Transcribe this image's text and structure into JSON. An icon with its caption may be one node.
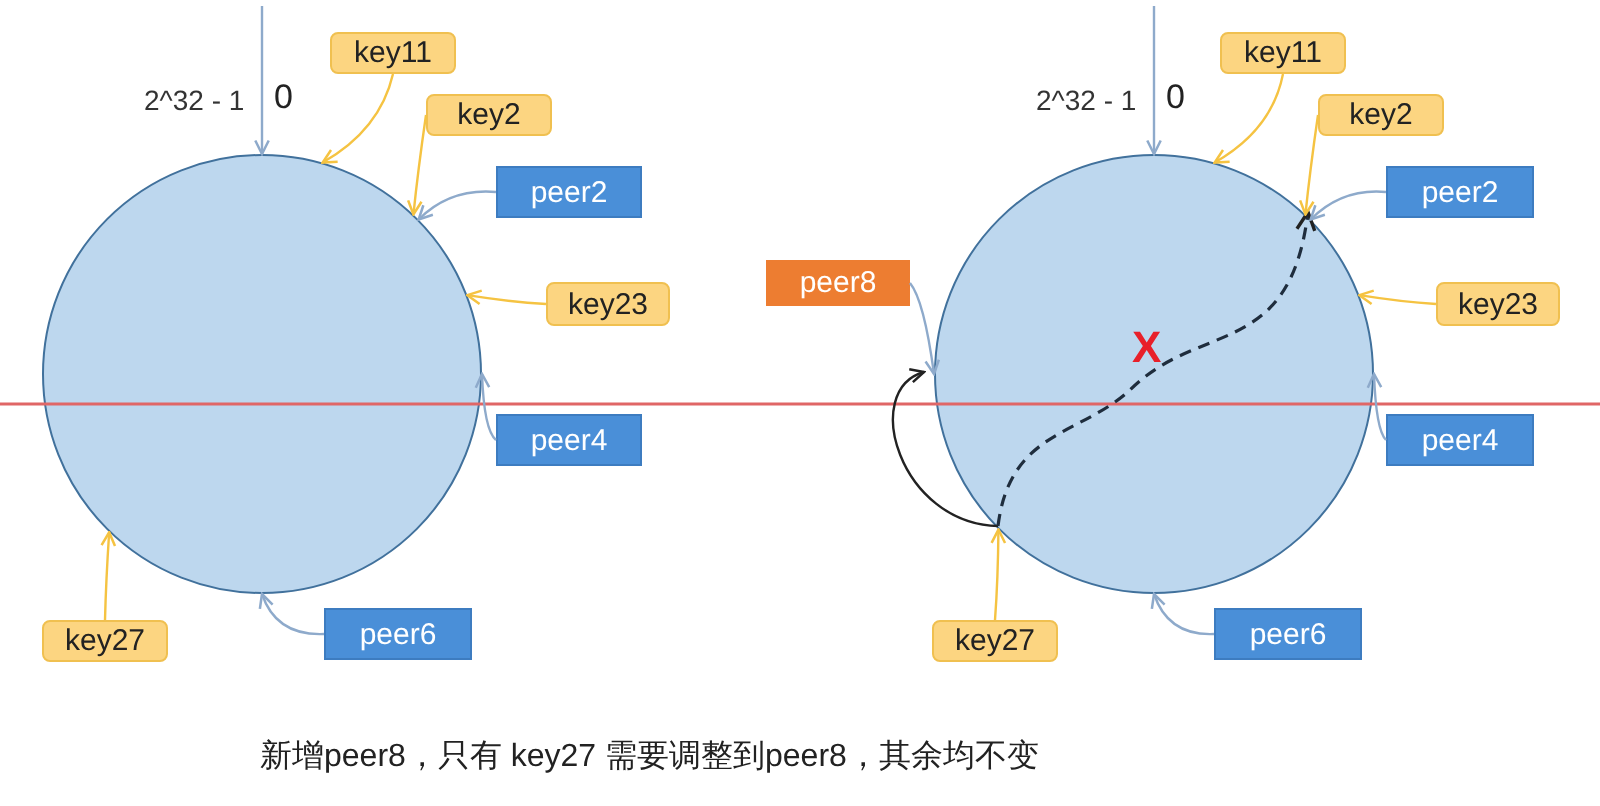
{
  "diagram": {
    "caption": "新增peer8，只有 key27 需要调整到peer8，其余均不变",
    "nodes": [
      {
        "text": [],
        "shape": "circle"
      },
      {
        "text": [
          "key11"
        ]
      },
      {
        "text": [
          "key2"
        ]
      },
      {
        "text": [
          "peer2"
        ]
      },
      {
        "text": [
          "key23"
        ]
      },
      {
        "text": [
          "peer4"
        ]
      },
      {
        "text": [
          "key27"
        ]
      },
      {
        "text": [
          "peer6"
        ]
      },
      {
        "text": [],
        "shape": "circle"
      },
      {
        "text": [
          "key11"
        ]
      },
      {
        "text": [
          "key2"
        ]
      },
      {
        "text": [
          "peer2"
        ]
      },
      {
        "text": [
          "peer8"
        ]
      },
      {
        "text": [
          "key23"
        ]
      },
      {
        "text": [
          "peer4"
        ]
      },
      {
        "text": [
          "key27"
        ]
      },
      {
        "text": [
          "peer6"
        ]
      }
    ],
    "edges": [
      {
        "from": null,
        "to": 0,
        "arrow": "to",
        "color": "#8eaacb"
      },
      {
        "from": 1,
        "to": 0,
        "arrow": "to",
        "color": "#f5c342"
      },
      {
        "from": 2,
        "to": 0,
        "arrow": "to",
        "color": "#f5c342"
      },
      {
        "from": 3,
        "to": 0,
        "arrow": "to",
        "color": "#8eaacb"
      },
      {
        "from": 4,
        "to": 0,
        "arrow": "to",
        "color": "#f5c342"
      },
      {
        "from": 5,
        "to": 0,
        "arrow": "to",
        "color": "#8eaacb"
      },
      {
        "from": 6,
        "to": 0,
        "arrow": "to",
        "color": "#f5c342"
      },
      {
        "from": 7,
        "to": 0,
        "arrow": "to",
        "color": "#8eaacb"
      },
      {
        "from": null,
        "to": 8,
        "arrow": "to",
        "color": "#8eaacb"
      },
      {
        "from": 9,
        "to": 8,
        "arrow": "to",
        "color": "#f5c342"
      },
      {
        "from": 10,
        "to": 8,
        "arrow": "to",
        "color": "#f5c342"
      },
      {
        "from": 11,
        "to": 8,
        "arrow": "to",
        "color": "#8eaacb"
      },
      {
        "from": 12,
        "to": 8,
        "arrow": "to",
        "color": "#8eaacb"
      },
      {
        "from": 13,
        "to": 8,
        "arrow": "to",
        "color": "#f5c342"
      },
      {
        "from": 14,
        "to": 8,
        "arrow": "to",
        "color": "#8eaacb"
      },
      {
        "from": 15,
        "to": 8,
        "arrow": "to",
        "color": "#f5c342"
      },
      {
        "from": 16,
        "to": 8,
        "arrow": "to",
        "color": "#8eaacb"
      }
    ],
    "labels": [
      "2^32 - 1",
      "0",
      "2^32 - 1",
      "0",
      "X"
    ]
  }
}
